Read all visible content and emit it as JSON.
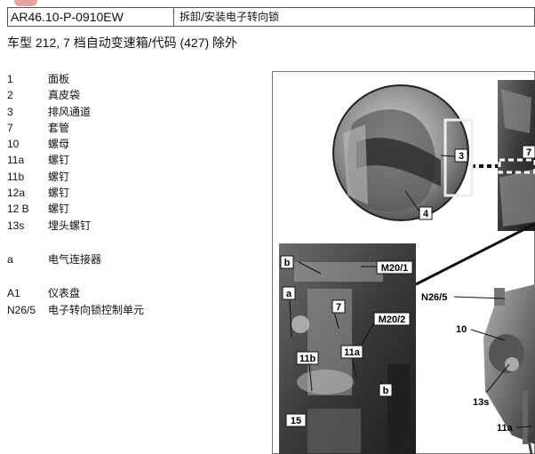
{
  "header": {
    "doc_code": "AR46.10-P-0910EW",
    "doc_title": "拆卸/安装电子转向锁"
  },
  "subtitle": "车型 212, 7 档自动变速箱/代码 (427) 除外",
  "legend": {
    "parts": [
      {
        "code": "1",
        "label": "面板"
      },
      {
        "code": "2",
        "label": "真皮袋"
      },
      {
        "code": "3",
        "label": "排风通道"
      },
      {
        "code": "7",
        "label": "套管"
      },
      {
        "code": "10",
        "label": "螺母"
      },
      {
        "code": "11a",
        "label": "螺钉"
      },
      {
        "code": "11b",
        "label": "螺钉"
      },
      {
        "code": "12a",
        "label": "螺钉"
      },
      {
        "code": "12 B",
        "label": "螺钉"
      },
      {
        "code": "13s",
        "label": "埋头螺钉"
      }
    ],
    "connectors": [
      {
        "code": "a",
        "label": "电气连接器"
      }
    ],
    "components": [
      {
        "code": "A1",
        "label": "仪表盘"
      },
      {
        "code": "N26/5",
        "label": "电子转向锁控制单元"
      }
    ]
  },
  "figure": {
    "callouts": {
      "c3": "3",
      "c4": "4",
      "c7top": "7",
      "cb1": "b",
      "cm201": "M20/1",
      "ca": "a",
      "c7": "7",
      "cm202": "M20/2",
      "c11b": "11b",
      "c11a": "11a",
      "cb2": "b",
      "c15": "15",
      "cn265": "N26/5",
      "c10": "10",
      "c13s": "13s",
      "c11a2": "11a"
    }
  }
}
